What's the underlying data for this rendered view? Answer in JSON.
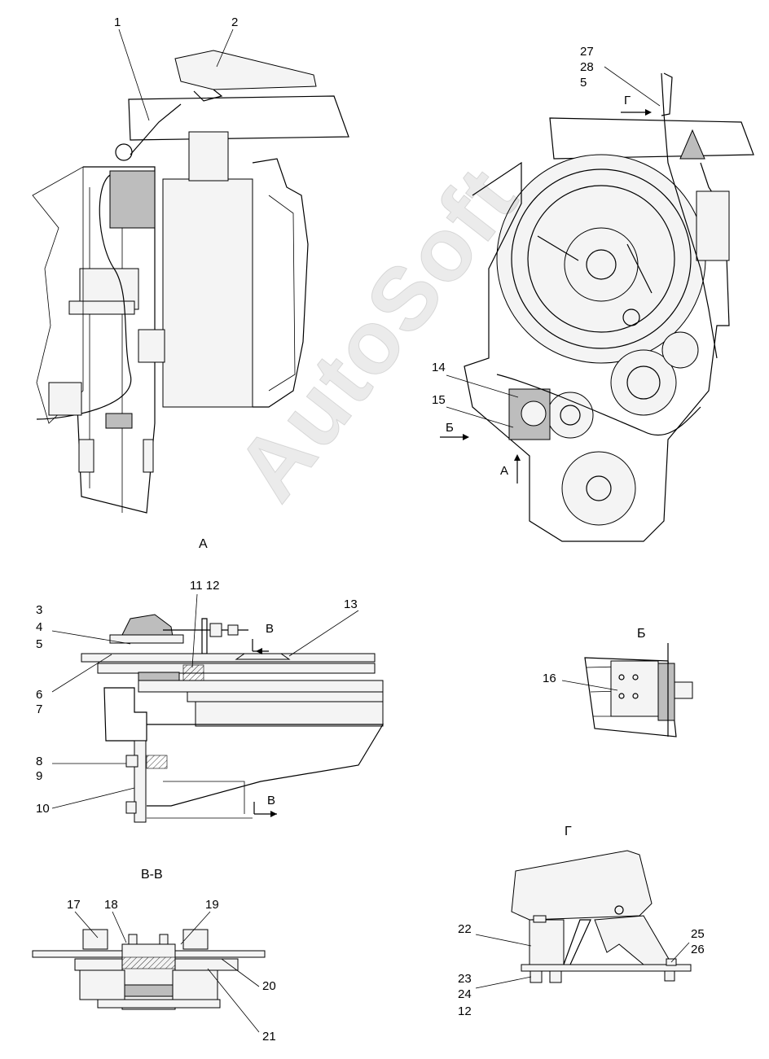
{
  "watermark": "AutoSoft",
  "views": {
    "a": "А",
    "b": "Б",
    "g": "Г",
    "vv": "В-В"
  },
  "arrows": {
    "b_arrow": "Б",
    "a_arrow": "А",
    "g_arrow": "Г",
    "v_top": "В",
    "v_bottom": "В"
  },
  "callouts": {
    "c1": "1",
    "c2": "2",
    "c27": "27",
    "c28": "28",
    "c5a": "5",
    "c14": "14",
    "c15": "15",
    "c11_12": "11 12",
    "c13": "13",
    "c3": "3",
    "c4": "4",
    "c5b": "5",
    "c6": "6",
    "c7": "7",
    "c8": "8",
    "c9": "9",
    "c10": "10",
    "c16": "16",
    "c17": "17",
    "c18": "18",
    "c19": "19",
    "c20": "20",
    "c21": "21",
    "c22": "22",
    "c25": "25",
    "c26": "26",
    "c23": "23",
    "c24": "24",
    "c12": "12"
  }
}
